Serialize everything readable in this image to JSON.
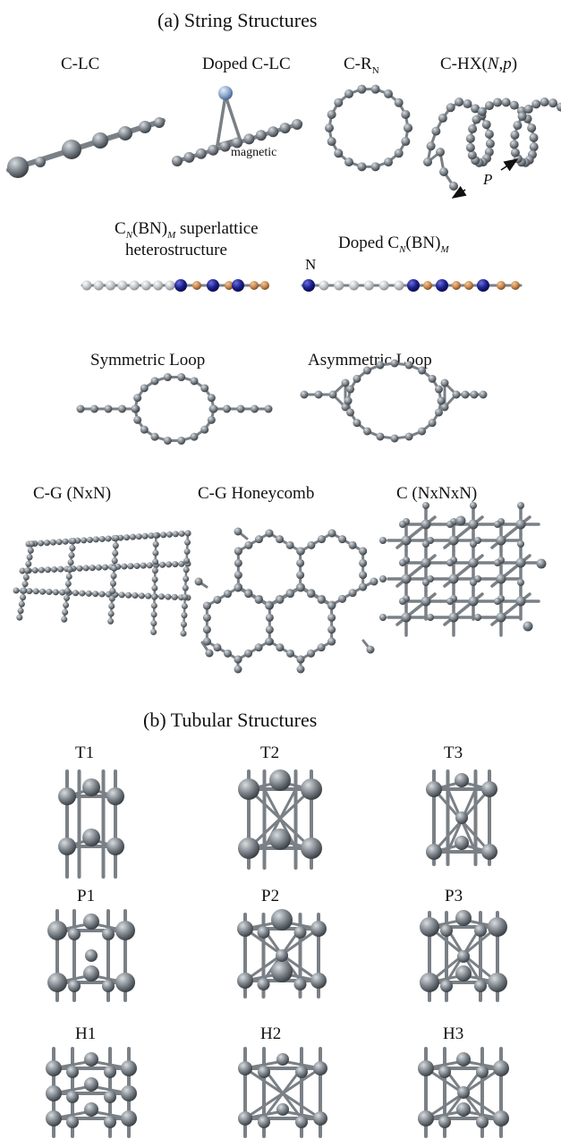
{
  "section_a": {
    "title": "(a) String Structures"
  },
  "row1": {
    "clc": "C-LC",
    "doped_clc": "Doped C-LC",
    "magnetic": "magnetic",
    "ring_prefix": "C-R",
    "ring_sub": "N",
    "helix_prefix": "C-HX(",
    "helix_N": "N",
    "helix_comma": ",",
    "helix_p": "p",
    "helix_close": ")",
    "pitch": "P"
  },
  "row2": {
    "super_c": "C",
    "super_sub_n": "N",
    "super_bn": "(BN)",
    "super_sub_m": "M",
    "super_rest": " superlattice",
    "super_line2": "heterostructure",
    "doped_prefix": "Doped C",
    "doped_sub_n": "N",
    "doped_bn": "(BN)",
    "doped_sub_m": "M",
    "n_atom": "N"
  },
  "row3": {
    "sym_loop": "Symmetric Loop",
    "asym_loop": "Asymmetric Loop"
  },
  "row4": {
    "grid_nxn": "C-G (NxN)",
    "honeycomb": "C-G Honeycomb",
    "cubic": "C (NxNxN)"
  },
  "section_b": {
    "title": "(b) Tubular Structures"
  },
  "tubes": {
    "labels": [
      "T1",
      "T2",
      "T3",
      "P1",
      "P2",
      "P3",
      "H1",
      "H2",
      "H3"
    ]
  },
  "colors": {
    "carbon": "#7f868d",
    "boron": "#c9864e",
    "nitrogen": "#1b1f8f",
    "light_atom": "#c2c5c8",
    "dopant": "#8aa6cc"
  }
}
